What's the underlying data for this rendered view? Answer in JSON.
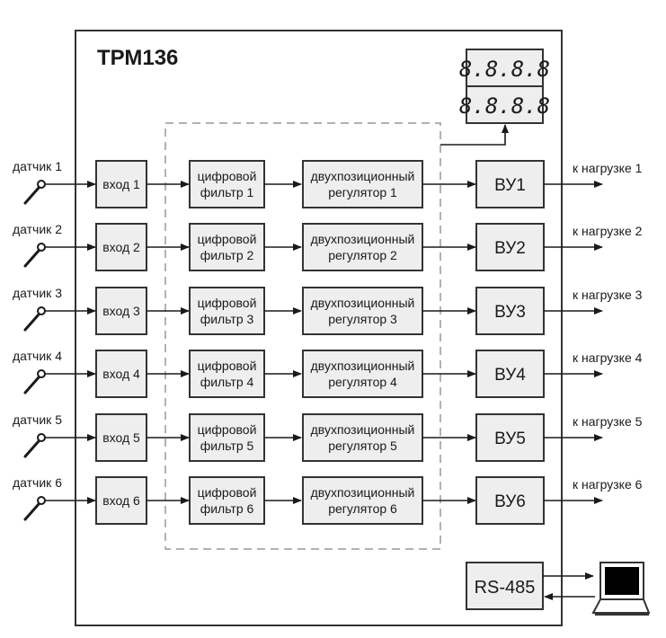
{
  "title": "ТРМ136",
  "display": {
    "top_value": "8.8.8.8",
    "bottom_value": "8.8.8.8"
  },
  "channels": [
    {
      "sensor": "датчик 1",
      "input": "вход 1",
      "filter": [
        "цифровой",
        "фильтр 1"
      ],
      "regulator": [
        "двухпозиционный",
        "регулятор 1"
      ],
      "output": "ВУ1",
      "load": "к нагрузке 1"
    },
    {
      "sensor": "датчик 2",
      "input": "вход 2",
      "filter": [
        "цифровой",
        "фильтр 2"
      ],
      "regulator": [
        "двухпозиционный",
        "регулятор 2"
      ],
      "output": "ВУ2",
      "load": "к нагрузке 2"
    },
    {
      "sensor": "датчик 3",
      "input": "вход 3",
      "filter": [
        "цифровой",
        "фильтр 3"
      ],
      "regulator": [
        "двухпозиционный",
        "регулятор 3"
      ],
      "output": "ВУ3",
      "load": "к нагрузке 3"
    },
    {
      "sensor": "датчик 4",
      "input": "вход 4",
      "filter": [
        "цифровой",
        "фильтр 4"
      ],
      "regulator": [
        "двухпозиционный",
        "регулятор 4"
      ],
      "output": "ВУ4",
      "load": "к нагрузке 4"
    },
    {
      "sensor": "датчик 5",
      "input": "вход 5",
      "filter": [
        "цифровой",
        "фильтр 5"
      ],
      "regulator": [
        "двухпозиционный",
        "регулятор 5"
      ],
      "output": "ВУ5",
      "load": "к нагрузке 5"
    },
    {
      "sensor": "датчик 6",
      "input": "вход 6",
      "filter": [
        "цифровой",
        "фильтр 6"
      ],
      "regulator": [
        "двухпозиционный",
        "регулятор 6"
      ],
      "output": "ВУ6",
      "load": "к нагрузке 6"
    }
  ],
  "interface": {
    "label": "RS-485",
    "device": "laptop-icon"
  },
  "colors": {
    "block_fill": "#eeeeee",
    "stroke": "#333333",
    "dashed_group": "#999999"
  }
}
